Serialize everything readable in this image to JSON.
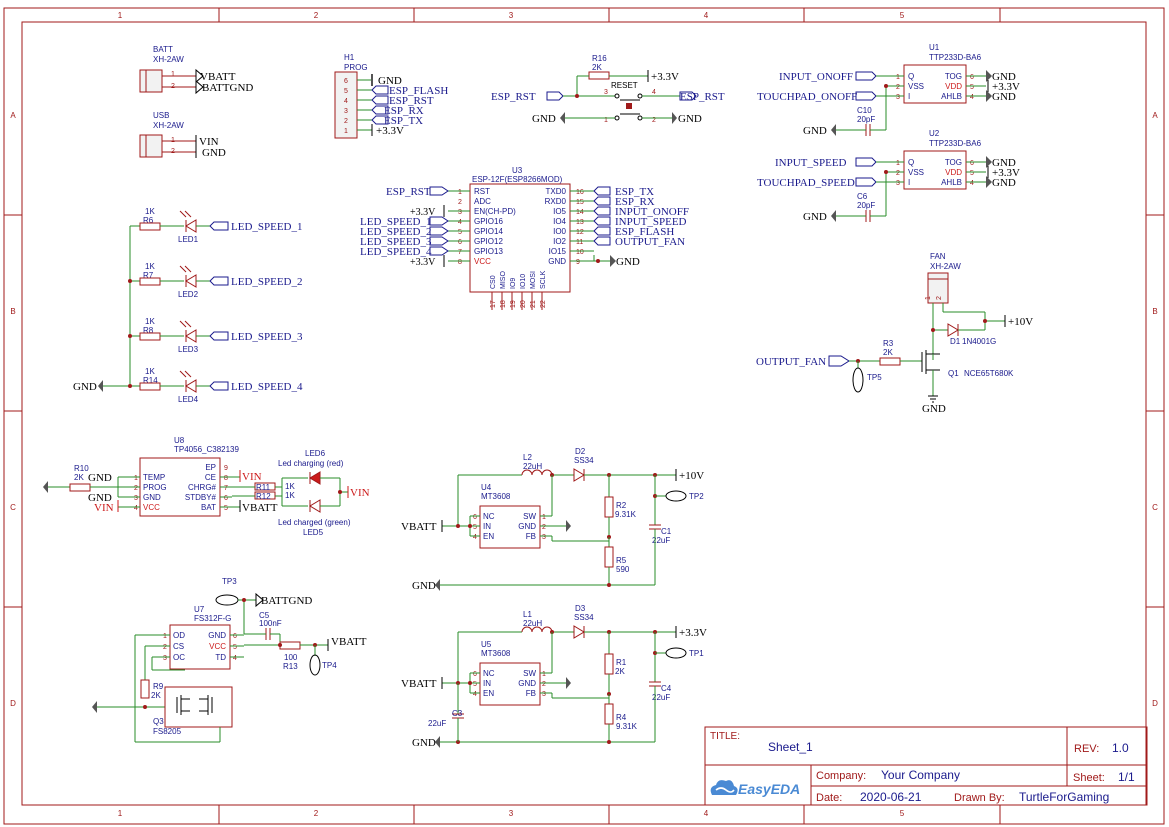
{
  "frame": {
    "cols": [
      "1",
      "2",
      "3",
      "4",
      "5"
    ],
    "rows": [
      "A",
      "B",
      "C",
      "D"
    ]
  },
  "title_block": {
    "title_label": "TITLE:",
    "title": "Sheet_1",
    "rev_label": "REV:",
    "rev": "1.0",
    "company_label": "Company:",
    "company": "Your Company",
    "sheet_label": "Sheet:",
    "sheet": "1/1",
    "date_label": "Date:",
    "date": "2020-06-21",
    "drawn_label": "Drawn By:",
    "drawn_by": "TurtleForGaming",
    "logo": "EasyEDA"
  },
  "batt": {
    "ref": "BATT",
    "part": "XH-2AW",
    "p1": "1",
    "p2": "2",
    "n1": "VBATT",
    "n2": "BATTGND"
  },
  "usb": {
    "ref": "USB",
    "part": "XH-2AW",
    "p1": "1",
    "p2": "2",
    "n1": "VIN",
    "n2": "GND"
  },
  "h1": {
    "ref": "H1",
    "part": "PROG",
    "pins": [
      "6",
      "5",
      "4",
      "3",
      "2",
      "1"
    ],
    "nets": [
      "GND",
      "ESP_FLASH",
      "ESP_RST",
      "ESP_RX",
      "ESP_TX",
      "+3.3V"
    ]
  },
  "reset": {
    "r_ref": "R16",
    "r_val": "2K",
    "vcc": "+3.3V",
    "sw": "RESET",
    "net_left": "ESP_RST",
    "net_right": "ESP_RST",
    "gnd_left": "GND",
    "gnd_right": "GND",
    "p1": "1",
    "p2": "2",
    "p3": "3",
    "p4": "4"
  },
  "u3": {
    "ref": "U3",
    "part": "ESP-12F(ESP8266MOD)",
    "left_pins": [
      {
        "n": "1",
        "name": "RST",
        "net": "ESP_RST"
      },
      {
        "n": "2",
        "name": "ADC",
        "net": ""
      },
      {
        "n": "3",
        "name": "EN(CH-PD)",
        "net": "+3.3V"
      },
      {
        "n": "4",
        "name": "GPIO16",
        "net": "LED_SPEED_1"
      },
      {
        "n": "5",
        "name": "GPIO14",
        "net": "LED_SPEED_2"
      },
      {
        "n": "6",
        "name": "GPIO12",
        "net": "LED_SPEED_3"
      },
      {
        "n": "7",
        "name": "GPIO13",
        "net": "LED_SPEED_4"
      },
      {
        "n": "8",
        "name": "VCC",
        "net": "+3.3V"
      }
    ],
    "right_pins": [
      {
        "n": "16",
        "name": "TXD0",
        "net": "ESP_TX"
      },
      {
        "n": "15",
        "name": "RXD0",
        "net": "ESP_RX"
      },
      {
        "n": "14",
        "name": "IO5",
        "net": "INPUT_ONOFF"
      },
      {
        "n": "13",
        "name": "IO4",
        "net": "INPUT_SPEED"
      },
      {
        "n": "12",
        "name": "IO0",
        "net": "ESP_FLASH"
      },
      {
        "n": "11",
        "name": "IO2",
        "net": "OUTPUT_FAN"
      },
      {
        "n": "10",
        "name": "IO15",
        "net": ""
      },
      {
        "n": "9",
        "name": "GND",
        "net": "GND"
      }
    ],
    "bottom_pins": [
      {
        "n": "17",
        "name": "CS0"
      },
      {
        "n": "18",
        "name": "MISO"
      },
      {
        "n": "19",
        "name": "IO9"
      },
      {
        "n": "20",
        "name": "IO10"
      },
      {
        "n": "21",
        "name": "MOSI"
      },
      {
        "n": "22",
        "name": "SCLK"
      }
    ]
  },
  "touch": [
    {
      "ref": "U1",
      "part": "TTP233D-BA6",
      "in_net": "INPUT_ONOFF",
      "pad_net": "TOUCHPAD_ONOFF",
      "cap_ref": "C10",
      "cap_val": "20pF",
      "gnd": "GND",
      "left": [
        {
          "n": "1",
          "name": "Q"
        },
        {
          "n": "2",
          "name": "VSS"
        },
        {
          "n": "3",
          "name": "I"
        }
      ],
      "right": [
        {
          "n": "6",
          "name": "TOG",
          "net": "GND"
        },
        {
          "n": "5",
          "name": "VDD",
          "net": "+3.3V"
        },
        {
          "n": "4",
          "name": "AHLB",
          "net": "GND"
        }
      ]
    },
    {
      "ref": "U2",
      "part": "TTP233D-BA6",
      "in_net": "INPUT_SPEED",
      "pad_net": "TOUCHPAD_SPEED",
      "cap_ref": "C6",
      "cap_val": "20pF",
      "gnd": "GND",
      "left": [
        {
          "n": "1",
          "name": "Q"
        },
        {
          "n": "2",
          "name": "VSS"
        },
        {
          "n": "3",
          "name": "I"
        }
      ],
      "right": [
        {
          "n": "6",
          "name": "TOG",
          "net": "GND"
        },
        {
          "n": "5",
          "name": "VDD",
          "net": "+3.3V"
        },
        {
          "n": "4",
          "name": "AHLB",
          "net": "GND"
        }
      ]
    }
  ],
  "leds": [
    {
      "r_ref": "R6",
      "r_val": "1K",
      "led": "LED1",
      "net": "LED_SPEED_1"
    },
    {
      "r_ref": "R7",
      "r_val": "1K",
      "led": "LED2",
      "net": "LED_SPEED_2"
    },
    {
      "r_ref": "R8",
      "r_val": "1K",
      "led": "LED3",
      "net": "LED_SPEED_3"
    },
    {
      "r_ref": "R14",
      "r_val": "1K",
      "led": "LED4",
      "net": "LED_SPEED_4"
    }
  ],
  "leds_gnd": "GND",
  "fan": {
    "ref": "FAN",
    "part": "XH-2AW",
    "p1": "1",
    "p2": "2",
    "d_ref": "D1",
    "d_part": "1N4001G",
    "vcc": "+10V",
    "in_net": "OUTPUT_FAN",
    "r_ref": "R3",
    "r_val": "2K",
    "tp": "TP5",
    "q_ref": "Q1",
    "q_part": "NCE65T680K",
    "gnd": "GND"
  },
  "u8": {
    "ref": "U8",
    "part": "TP4056_C382139",
    "left": [
      {
        "n": "1",
        "name": "TEMP"
      },
      {
        "n": "2",
        "name": "PROG"
      },
      {
        "n": "3",
        "name": "GND"
      },
      {
        "n": "4",
        "name": "VCC"
      }
    ],
    "right": [
      {
        "n": "9",
        "name": "EP"
      },
      {
        "n": "8",
        "name": "CE"
      },
      {
        "n": "7",
        "name": "CHRG#"
      },
      {
        "n": "6",
        "name": "STDBY#"
      },
      {
        "n": "5",
        "name": "BAT"
      }
    ],
    "r10_ref": "R10",
    "r10_val": "2K",
    "gnd1": "GND",
    "gnd2": "GND",
    "vin_left": "VIN",
    "vin_ce": "VIN",
    "vbatt": "VBATT",
    "r11": "R11",
    "r11_val": "1K",
    "r12": "R12",
    "r12_val": "1K",
    "led6": "LED6",
    "led6_desc": "Led charging (red)",
    "led5": "LED5",
    "led5_desc": "Led charged (green)",
    "vin_right": "VIN"
  },
  "boost": {
    "ref": "U4",
    "part": "MT3608",
    "l_ref": "L2",
    "l_val": "22uH",
    "d_ref": "D2",
    "d_part": "SS34",
    "out": "+10V",
    "tp": "TP2",
    "r_top": "R2",
    "r_top_val": "9.31K",
    "r_bot": "R5",
    "r_bot_val": "590",
    "c_ref": "C1",
    "c_val": "22uF",
    "in_net": "VBATT",
    "gnd": "GND",
    "pins_l": [
      {
        "n": "6",
        "name": "NC"
      },
      {
        "n": "5",
        "name": "IN"
      },
      {
        "n": "4",
        "name": "EN"
      }
    ],
    "pins_r": [
      {
        "n": "1",
        "name": "SW"
      },
      {
        "n": "2",
        "name": "GND"
      },
      {
        "n": "3",
        "name": "FB"
      }
    ]
  },
  "buck": {
    "ref": "U5",
    "part": "MT3608",
    "l_ref": "L1",
    "l_val": "22uH",
    "d_ref": "D3",
    "d_part": "SS34",
    "out": "+3.3V",
    "tp": "TP1",
    "r_top": "R1",
    "r_top_val": "2K",
    "r_bot": "R4",
    "r_bot_val": "9.31K",
    "c_ref": "C4",
    "c_val": "22uF",
    "cin_ref": "C3",
    "cin_val": "22uF",
    "in_net": "VBATT",
    "gnd": "GND",
    "pins_l": [
      {
        "n": "6",
        "name": "NC"
      },
      {
        "n": "5",
        "name": "IN"
      },
      {
        "n": "4",
        "name": "EN"
      }
    ],
    "pins_r": [
      {
        "n": "1",
        "name": "SW"
      },
      {
        "n": "2",
        "name": "GND"
      },
      {
        "n": "3",
        "name": "FB"
      }
    ]
  },
  "u7": {
    "ref": "U7",
    "part": "FS312F-G",
    "left": [
      {
        "n": "1",
        "name": "OD"
      },
      {
        "n": "2",
        "name": "CS"
      },
      {
        "n": "3",
        "name": "OC"
      }
    ],
    "right": [
      {
        "n": "6",
        "name": "GND"
      },
      {
        "n": "5",
        "name": "VCC"
      },
      {
        "n": "4",
        "name": "TD"
      }
    ],
    "tp3": "TP3",
    "battgnd": "BATTGND",
    "c5_ref": "C5",
    "c5_val": "100nF",
    "r13_ref": "R13",
    "r13_val": "100",
    "tp4": "TP4",
    "vbatt": "VBATT",
    "r9_ref": "R9",
    "r9_val": "2K",
    "q3_ref": "Q3",
    "q3_part": "FS8205"
  }
}
